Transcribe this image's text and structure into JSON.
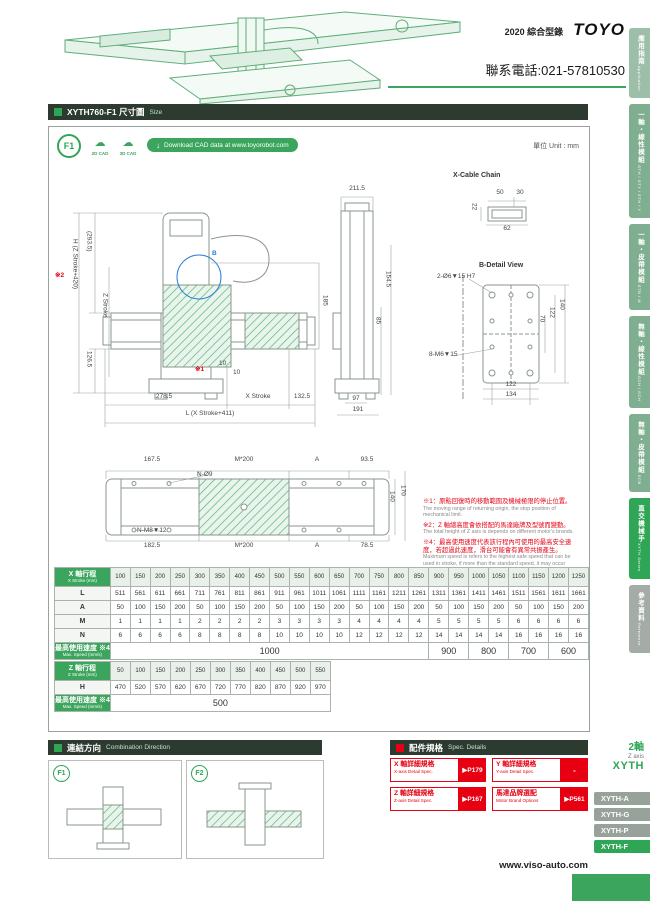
{
  "header": {
    "catalog": "2020 綜合型錄",
    "brand": "TOYO",
    "phone": "聯系電話:021-57810530"
  },
  "section": {
    "title": "XYTH760-F1 尺寸圖",
    "title_en": "Size"
  },
  "toolbar": {
    "badge": "F1",
    "cad2d": "2D CAD",
    "cad3d": "3D CAD",
    "download": "Download CAD data at www.toyorobot.com",
    "unit": "單位 Unit : mm"
  },
  "sidebar": {
    "tabs": [
      {
        "zh": "應用指南",
        "en": "Application",
        "style": "muted"
      },
      {
        "zh": "一軸・線性模組",
        "en": "GTH / GTY / ETH / Y",
        "style": "green"
      },
      {
        "zh": "一軸・皮帶模組",
        "en": "ETB / M",
        "style": "green"
      },
      {
        "zh": "無軸・線性模組",
        "en": "GCH / ECH",
        "style": "green"
      },
      {
        "zh": "無軸・皮帶模組",
        "en": "ECB",
        "style": "green"
      },
      {
        "zh": "直交機械手",
        "en": "XYTH Series",
        "style": "active"
      },
      {
        "zh": "參考資料",
        "en": "Reference",
        "style": "gray"
      }
    ]
  },
  "dims": {
    "cc_title": "X-Cable Chain",
    "cc_50": "50",
    "cc_30": "30",
    "cc_22": "22",
    "cc_62": "62",
    "sv_2115": "211.5",
    "sv_97": "97",
    "sv_191": "191",
    "sv_85": "85",
    "sv_1545": "154.5",
    "bd_title": "B-Detail View",
    "bd_top": "2-Ø6▼15 H7",
    "bd_70": "70",
    "bd_122v": "122",
    "bd_140": "140",
    "bd_bottom": "8-M6▼15",
    "bd_122h": "122",
    "bd_134": "134",
    "fv_note2": "※2",
    "fv_h": "H (Z Stroke+420)",
    "fv_2935": "(293.5)",
    "fv_z": "Z Stroke",
    "fv_1265": "126.5",
    "fv_185": "185",
    "fv_10a": "10",
    "fv_10b": "10",
    "fv_note1": "※1",
    "fv_b": "B",
    "fv_2785": "278.5",
    "fv_x": "X Stroke",
    "fv_1325": "132.5",
    "fv_l": "L (X Stroke+411)",
    "tv_1675": "167.5",
    "tv_m200a": "M*200",
    "tv_aa": "A",
    "tv_935": "93.5",
    "tv_n9": "N-Ø9",
    "tv_140": "140",
    "tv_170": "170",
    "tv_nm8": "N-M8▼12",
    "tv_1825": "182.5",
    "tv_m200b": "M*200",
    "tv_ab": "A",
    "tv_785": "78.5"
  },
  "notes": [
    {
      "zh": "※1：原點回復時的移動範圍及機械極限的停止位置。",
      "en": "The moving range of returning origin, the stop position of mechanical limit."
    },
    {
      "zh": "※2：Z 軸總高度會依搭配的馬達廠牌及型號而變動。",
      "en": "The total height of Z axis is depends on different motor's brands."
    },
    {
      "zh": "※4：最高使用速度代表該行程內可使用的最高安全速度，若超過此速度，滑台可能會有異常共振產生。",
      "en": "Maximum speed is refers to the highest safe speed that can be used in stroke, if more than the standard speed, it may occur serious resonance."
    }
  ],
  "tables": {
    "x": {
      "header_zh": "X 軸行程",
      "header_en": "X Stroke (mm)",
      "strokes": [
        100,
        150,
        200,
        250,
        300,
        350,
        400,
        450,
        500,
        550,
        600,
        650,
        700,
        750,
        800,
        850,
        900,
        950,
        1000,
        1050,
        1100,
        1150,
        1200,
        1250
      ],
      "rows": [
        {
          "label": "L",
          "values": [
            511,
            561,
            611,
            661,
            711,
            761,
            811,
            861,
            911,
            961,
            1011,
            1061,
            1111,
            1161,
            1211,
            1261,
            1311,
            1361,
            1411,
            1461,
            1511,
            1561,
            1611,
            1661
          ]
        },
        {
          "label": "A",
          "values": [
            50,
            100,
            150,
            200,
            50,
            100,
            150,
            200,
            50,
            100,
            150,
            200,
            50,
            100,
            150,
            200,
            50,
            100,
            150,
            200,
            50,
            100,
            150,
            200
          ]
        },
        {
          "label": "M",
          "values": [
            1,
            1,
            1,
            1,
            2,
            2,
            2,
            2,
            3,
            3,
            3,
            3,
            4,
            4,
            4,
            4,
            5,
            5,
            5,
            5,
            6,
            6,
            6,
            6
          ]
        },
        {
          "label": "N",
          "values": [
            6,
            6,
            6,
            6,
            8,
            8,
            8,
            8,
            10,
            10,
            10,
            10,
            12,
            12,
            12,
            12,
            14,
            14,
            14,
            14,
            16,
            16,
            16,
            16
          ]
        }
      ],
      "speed_label_zh": "最高使用速度 ※4",
      "speed_label_en": "Max. Speed (mm/s)",
      "speeds": [
        {
          "value": 1000,
          "span": 16
        },
        {
          "value": 900,
          "span": 2
        },
        {
          "value": 800,
          "span": 2
        },
        {
          "value": 700,
          "span": 2
        },
        {
          "value": 600,
          "span": 2
        }
      ]
    },
    "z": {
      "header_zh": "Z 軸行程",
      "header_en": "Z Stroke (mm)",
      "strokes": [
        50,
        100,
        150,
        200,
        250,
        300,
        350,
        400,
        450,
        500,
        550
      ],
      "rows": [
        {
          "label": "H",
          "values": [
            470,
            520,
            570,
            620,
            670,
            720,
            770,
            820,
            870,
            920,
            970
          ]
        }
      ],
      "speed_label_zh": "最高使用速度 ※4",
      "speed_label_en": "Max. Speed (mm/s)",
      "speeds": [
        {
          "value": 500,
          "span": 11
        }
      ]
    }
  },
  "combination": {
    "title": "連結方向",
    "title_en": "Combination Direction",
    "items": [
      {
        "badge": "F1"
      },
      {
        "badge": "F2"
      }
    ]
  },
  "spec": {
    "title": "配件規格",
    "title_en": "Spec. Details",
    "items": [
      {
        "zh": "X 軸詳細規格",
        "en": "X-axis Detail Spec.",
        "page": "P179"
      },
      {
        "zh": "Y 軸詳細規格",
        "en": "Y-axis Detail Spec.",
        "page": "-"
      },
      {
        "zh": "Z 軸詳細規格",
        "en": "Z-axis Detail Spec.",
        "page": "P167"
      },
      {
        "zh": "馬達品牌選配",
        "en": "Motor Brand Options",
        "page": "P561"
      }
    ]
  },
  "series": {
    "axis": "2軸",
    "axis_en": "Z axis",
    "name": "XYTH",
    "tabs": [
      {
        "label": "XYTH-A",
        "active": false
      },
      {
        "label": "XYTH-G",
        "active": false
      },
      {
        "label": "XYTH-P",
        "active": false
      },
      {
        "label": "XYTH-F",
        "active": true
      }
    ]
  },
  "footer": {
    "url": "www.viso-auto.com"
  },
  "colors": {
    "green": "#3ba55d",
    "red": "#e60012",
    "blue": "#2b7fd4"
  }
}
